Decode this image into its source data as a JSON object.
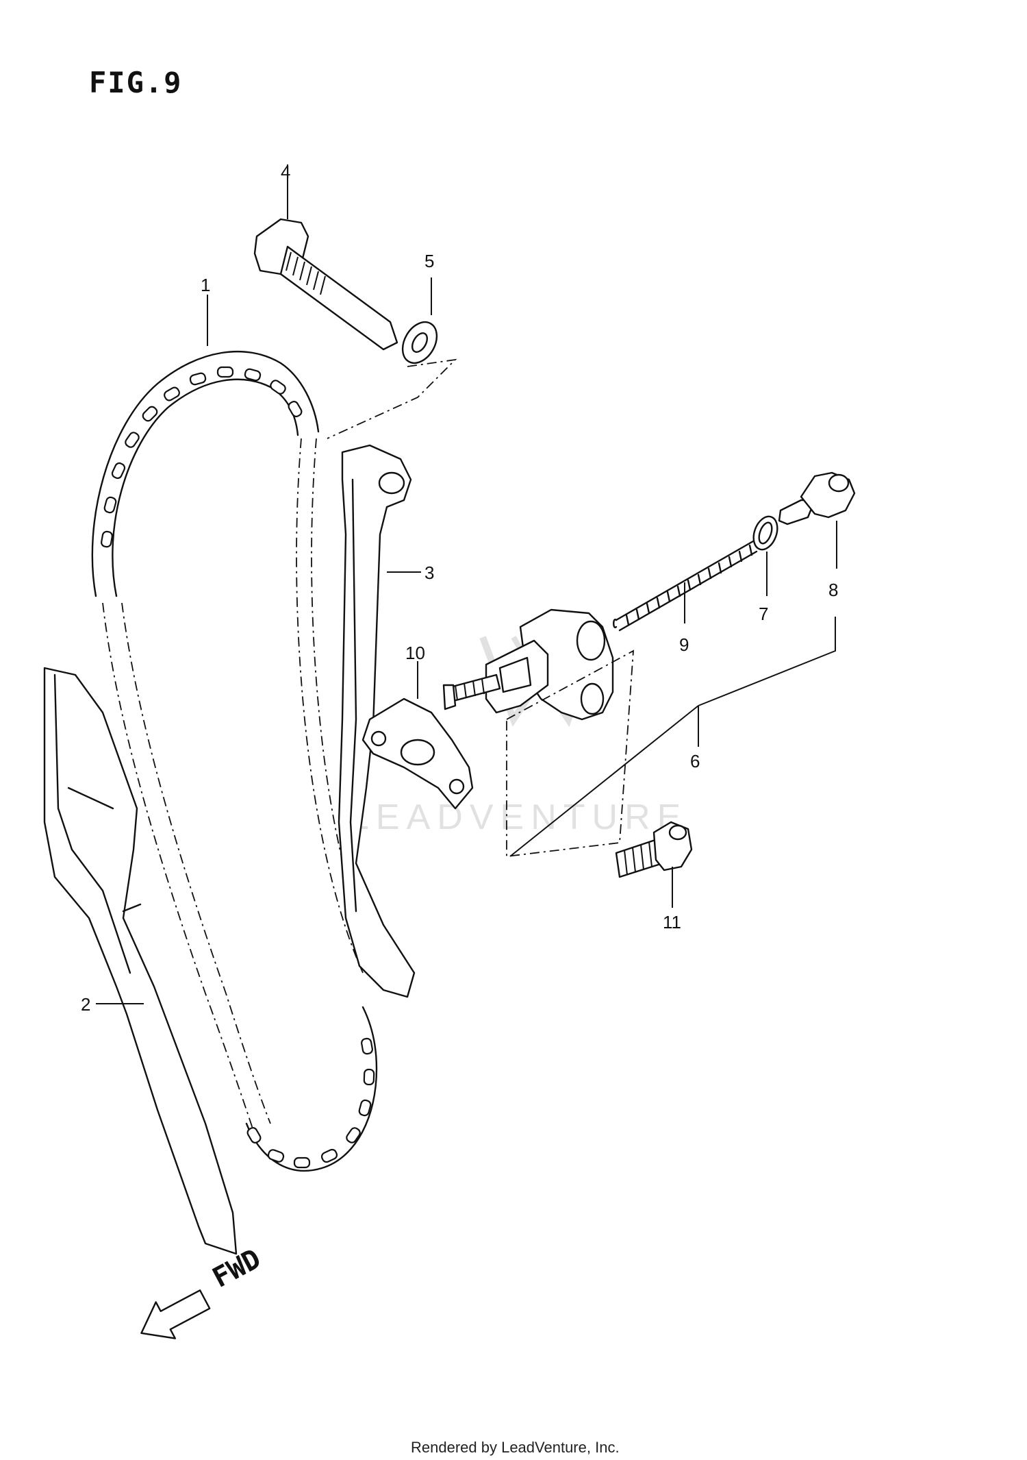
{
  "figure": {
    "title": "FIG.9",
    "direction_label": "FWD",
    "direction_icon": "arrow-left-down-icon"
  },
  "callouts": [
    {
      "id": "cam-chain",
      "label": "1"
    },
    {
      "id": "chain-guide-front",
      "label": "2"
    },
    {
      "id": "chain-guide-rear",
      "label": "3"
    },
    {
      "id": "guide-bolt",
      "label": "4"
    },
    {
      "id": "washer",
      "label": "5"
    },
    {
      "id": "tensioner-assy",
      "label": "6"
    },
    {
      "id": "o-ring",
      "label": "7"
    },
    {
      "id": "cap-bolt",
      "label": "8"
    },
    {
      "id": "spring",
      "label": "9"
    },
    {
      "id": "gasket",
      "label": "10"
    },
    {
      "id": "tensioner-bolt",
      "label": "11"
    }
  ],
  "watermark": "LEADVENTURE",
  "footer": {
    "credit": "Rendered by LeadVenture, Inc."
  }
}
